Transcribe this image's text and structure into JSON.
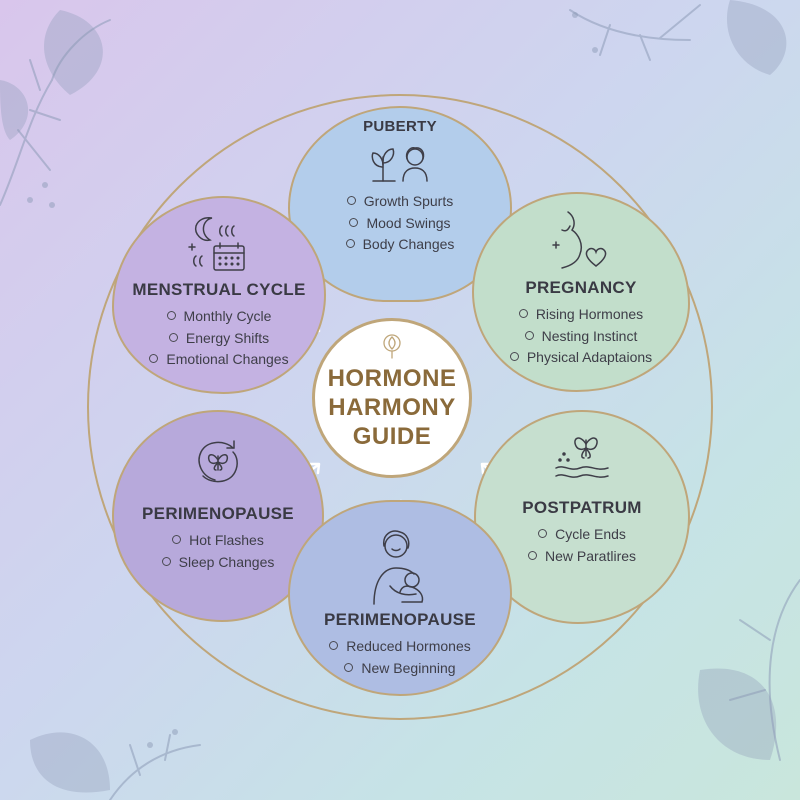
{
  "center": {
    "lines": [
      "HORMONE",
      "HARMONY",
      "GUIDE"
    ]
  },
  "stages": {
    "puberty": {
      "title": "PUBERTY",
      "icon": "sprout-and-girl-icon",
      "items": [
        "Growth Spurts",
        "Mood Swings",
        "Body Changes"
      ]
    },
    "menstrual": {
      "title": "MENSTRUAL CYCLE",
      "icon": "moon-phases-calendar-icon",
      "items": [
        "Monthly Cycle",
        "Energy Shifts",
        "Emotional Changes"
      ]
    },
    "pregnancy": {
      "title": "PREGNANCY",
      "icon": "pregnant-silhouette-heart-icon",
      "items": [
        "Rising Hormones",
        "Nesting Instinct",
        "Physical Adaptaions"
      ]
    },
    "perimenopause_left": {
      "title": "PERIMENOPAUSE",
      "icon": "cycle-butterfly-icon",
      "items": [
        "Hot Flashes",
        "Sleep Changes"
      ]
    },
    "postpartum": {
      "title": "POSTPATRUM",
      "icon": "butterfly-waves-icon",
      "items": [
        "Cycle Ends",
        "New Paratlires"
      ]
    },
    "perimenopause_bottom": {
      "title": "PERIMENOPAUSE",
      "icon": "mother-baby-icon",
      "items": [
        "Reduced Hormones",
        "New Beginning"
      ]
    }
  },
  "colors": {
    "gold": "#bfa67a",
    "center_text": "#8a6a3a",
    "puberty": "#b3cdeb",
    "menstrual": "#c4b2e2",
    "pregnancy": "#c2decb",
    "perimenopause_left": "#b7a9db",
    "postpartum": "#c6dfcf",
    "perimenopause_bottom": "#aebde3",
    "leaf": "#8e9cb8"
  }
}
